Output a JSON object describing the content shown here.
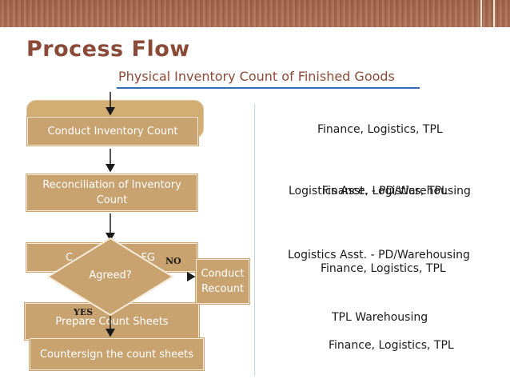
{
  "slide": {
    "title": "Process Flow",
    "subtitle": "Physical Inventory Count of Finished Goods"
  },
  "flow": {
    "conduct_count": "Conduct Inventory Count",
    "reconciliation_line1": "Reconciliation of Inventory",
    "reconciliation_line2": "Count",
    "hidden_box_left": "C",
    "hidden_box_right": "FG",
    "decision": "Agreed?",
    "no_label": "NO",
    "yes_label": "YES",
    "recount_line1": "Conduct",
    "recount_line2": "Recount",
    "prepare_sheets": "Prepare Count Sheets",
    "countersign": "Countersign the count sheets"
  },
  "responsibilities": {
    "r1": "Finance, Logistics, TPL",
    "r2a": "Finance, Logistics, TPL",
    "r2b": "Logistics Asst. - PD/Warehousing",
    "r3a": "Logistics Asst. - PD/Warehousing",
    "r3b": "Finance, Logistics, TPL",
    "r4": "TPL Warehousing",
    "r5": "Finance, Logistics, TPL"
  },
  "colors": {
    "box_fill": "#c8a370",
    "title_color": "#8b4a38",
    "underline": "#2f6fb7"
  }
}
